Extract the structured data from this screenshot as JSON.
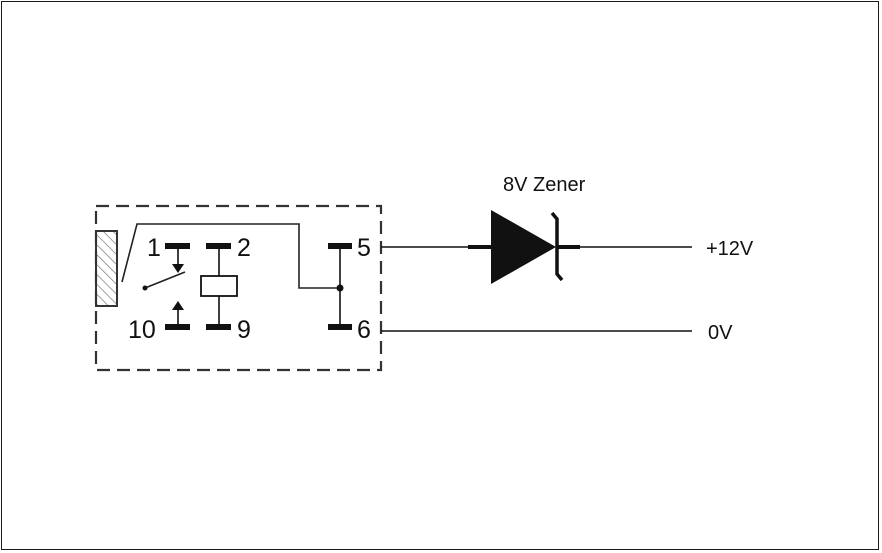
{
  "diagram": {
    "component_label": "8V Zener",
    "supply_label": "+12V",
    "ground_label": "0V",
    "pins": {
      "p1": "1",
      "p2": "2",
      "p5": "5",
      "p6": "6",
      "p9": "9",
      "p10": "10"
    }
  }
}
